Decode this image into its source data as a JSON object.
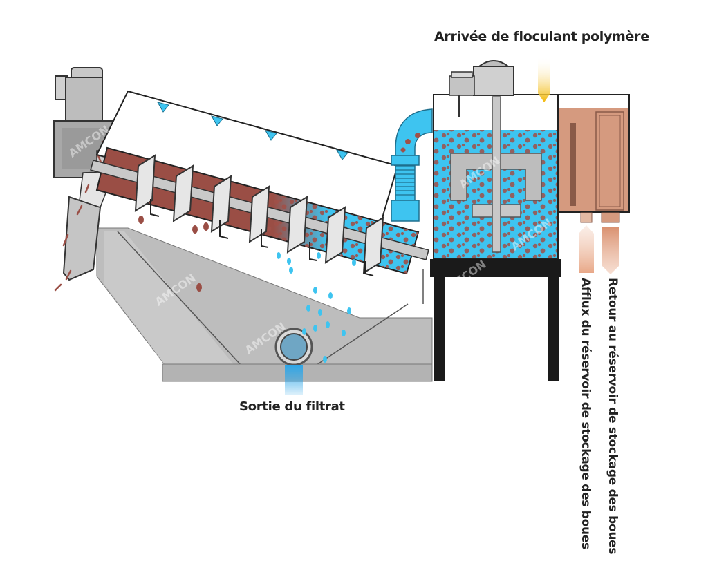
{
  "labels": {
    "polymer_inlet": "Arrivée de floculant polymère",
    "filtrate_outlet": "Sortie du filtrat",
    "return_to_tank": "Retour au réservoir de stockage des boues",
    "inflow_from_tank": "Afflux du réservoir de stockage des boues"
  },
  "watermark": "AMCON",
  "colors": {
    "water": "#3ec4f0",
    "sludge": "#9a4e45",
    "sludge_dots": "#a05048",
    "tank_body": "#d59a7f",
    "polymer_arrow": "#f2b705",
    "filtrate_arrow": "#2ea6e8",
    "frame": "#1a1a1a",
    "steel": "#bdbdbd",
    "steel_dark": "#8c8c8c"
  }
}
